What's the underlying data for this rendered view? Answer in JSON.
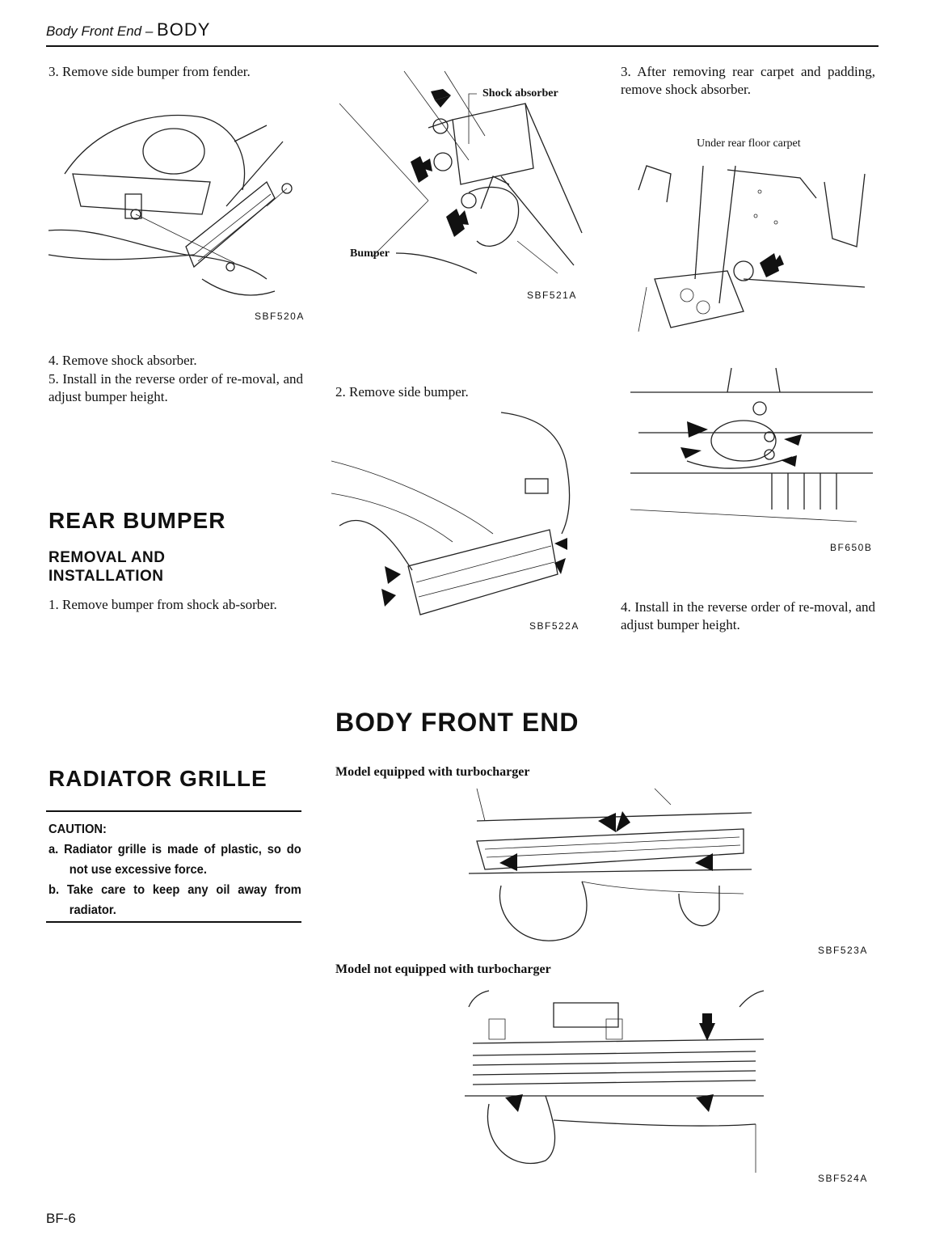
{
  "header": {
    "section_italic": "Body Front End –",
    "section_bold": "BODY"
  },
  "left_column": {
    "step3": "3.  Remove side bumper from fender.",
    "fig1_code": "SBF520A",
    "step4": "4.  Remove shock absorber.",
    "step5": "5.  Install in the reverse order of re-moval, and adjust bumper height.",
    "rear_bumper_title": "REAR BUMPER",
    "removal_title": "REMOVAL AND INSTALLATION",
    "step1": "1.  Remove bumper from shock ab-sorber.",
    "radiator_title": "RADIATOR GRILLE",
    "caution": {
      "title": "CAUTION:",
      "a": "a.  Radiator grille is made of plastic, so do not use excessive force.",
      "b": "b.  Take care to keep any oil away from radiator."
    },
    "page_number": "BF-6"
  },
  "middle_column": {
    "fig2_label_shock": "Shock absorber",
    "fig2_label_bumper": "Bumper",
    "fig2_code": "SBF521A",
    "step2": "2.  Remove side bumper.",
    "fig3_code": "SBF522A"
  },
  "right_column": {
    "step3": "3.  After removing rear carpet and padding, remove shock absorber.",
    "fig4_label": "Under rear floor carpet",
    "fig4_code": "BF650B",
    "step4": "4.  Install in the reverse order of re-moval, and adjust bumper height."
  },
  "body_front_end": {
    "title": "BODY FRONT END",
    "model_turbo": "Model equipped with turbocharger",
    "fig5_code": "SBF523A",
    "model_no_turbo": "Model not equipped with turbocharger",
    "fig6_code": "SBF524A"
  }
}
